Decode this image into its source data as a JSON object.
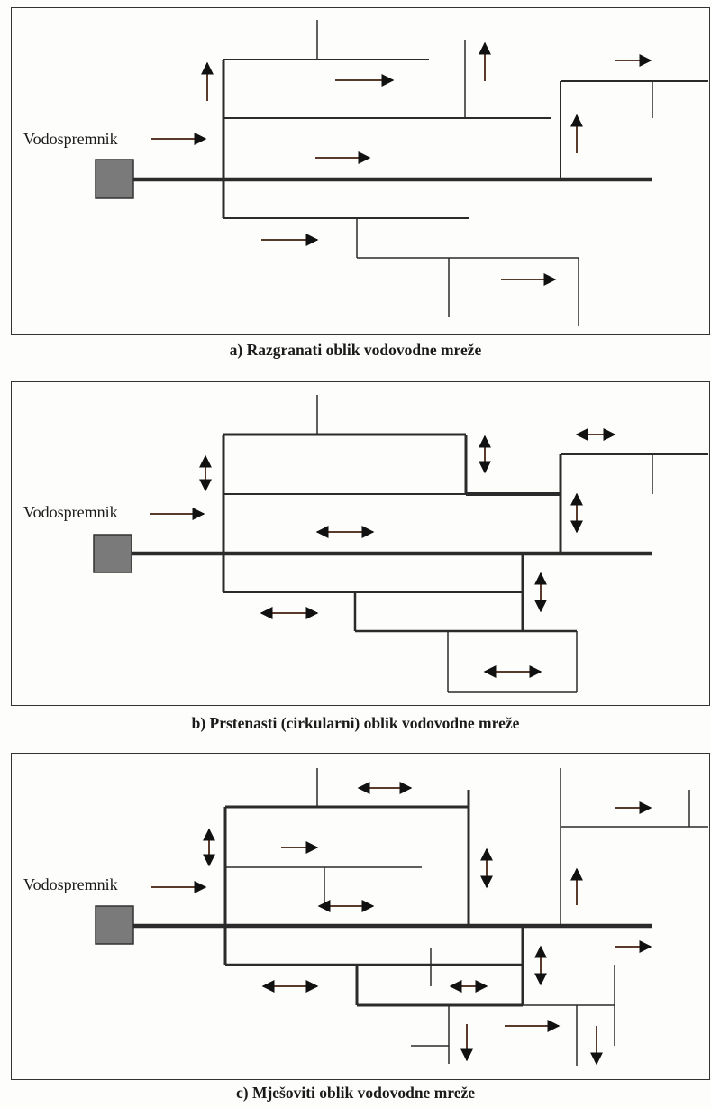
{
  "diagrams": [
    {
      "id": "a",
      "source_label": "Vodospremnik",
      "caption": "a) Razgranati oblik vodovodne mreže"
    },
    {
      "id": "b",
      "source_label": "Vodospremnik",
      "caption": "b) Prstenasti (cirkularni) oblik vodovodne mreže"
    },
    {
      "id": "c",
      "source_label": "Vodospremnik",
      "caption": "c) Mješoviti oblik vodovodne mreže"
    }
  ],
  "colors": {
    "pipe": "#2b2b2b",
    "tank": "#7a7a7a",
    "arrow_shaft": "#5a3a2a"
  }
}
